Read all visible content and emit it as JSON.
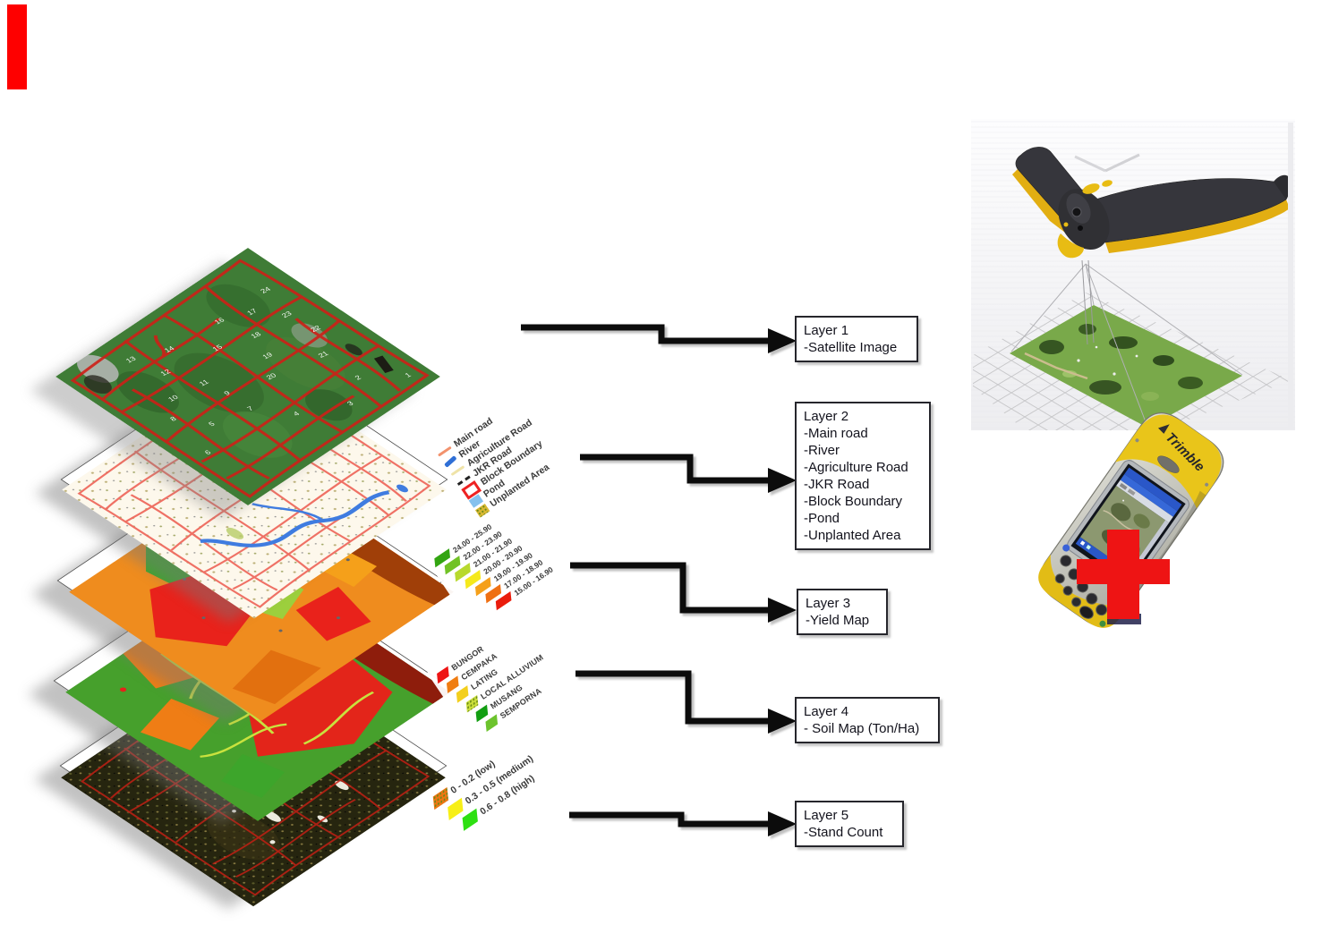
{
  "palette": {
    "marker_color": "#fe0000",
    "arrow_color": "#0c0c0c",
    "cross_color": "#ee1414",
    "sheet_border": "#4a4a4a",
    "drone_dark": "#36363c",
    "drone_yellow": "#e2ae12"
  },
  "label_boxes": [
    {
      "title": "Layer 1",
      "lines": [
        "-Satellite Image"
      ]
    },
    {
      "title": "Layer 2",
      "lines": [
        "-Main road",
        "-River",
        "-Agriculture Road",
        "-JKR Road",
        "-Block Boundary",
        "-Pond",
        "-Unplanted Area"
      ]
    },
    {
      "title": "Layer 3",
      "lines": [
        "-Yield Map"
      ]
    },
    {
      "title": "Layer 4",
      "lines": [
        "- Soil Map (Ton/Ha)"
      ]
    },
    {
      "title": "Layer 5",
      "lines": [
        "-Stand Count"
      ]
    }
  ],
  "legend_roads": {
    "items": [
      {
        "label": "Main road",
        "color": "#f2926d"
      },
      {
        "label": "River",
        "color": "#2f6fd6"
      },
      {
        "label": "Agriculture Road",
        "color": "#efe3a8"
      },
      {
        "label": "JKR Road",
        "color": "#222222"
      },
      {
        "label": "Block Boundary",
        "color": "#ee2222"
      },
      {
        "label": "Pond",
        "color": "#85c1ee"
      },
      {
        "label": "Unplanted Area",
        "color": "#d9b832"
      }
    ]
  },
  "legend_yield": {
    "items": [
      {
        "label": "24.00 - 25.90",
        "color": "#33a512"
      },
      {
        "label": "22.00 - 23.90",
        "color": "#71c225"
      },
      {
        "label": "21.00 - 21.90",
        "color": "#b8d92e"
      },
      {
        "label": "20.00 - 20.90",
        "color": "#f5e91c"
      },
      {
        "label": "19.00 - 19.90",
        "color": "#f5a01a"
      },
      {
        "label": "17.00 - 18.90",
        "color": "#ef7013"
      },
      {
        "label": "15.00 - 16.90",
        "color": "#ea1c0c"
      }
    ]
  },
  "legend_soil": {
    "items": [
      {
        "label": "BUNGOR",
        "color": "#ee1414"
      },
      {
        "label": "CEMPAKA",
        "color": "#f07d12"
      },
      {
        "label": "LATING",
        "color": "#f3cf1d"
      },
      {
        "label": "LOCAL ALLUVIUM",
        "color": "#cade3c"
      },
      {
        "label": "MUSANG",
        "color": "#129e12"
      },
      {
        "label": "SEMPORNA",
        "color": "#6cc32d"
      }
    ]
  },
  "legend_stand": {
    "items": [
      {
        "label": "0 - 0.2 (low)",
        "color": "#ef7612"
      },
      {
        "label": "0.3 - 0.5 (medium)",
        "color": "#f7ef16"
      },
      {
        "label": "0.6 - 0.8 (high)",
        "color": "#2ee012"
      }
    ]
  },
  "satellite_blocks": {
    "numbers": [
      "1",
      "2",
      "3",
      "4",
      "5",
      "6",
      "7",
      "8",
      "9",
      "10",
      "11",
      "12",
      "13",
      "14",
      "15",
      "16",
      "17",
      "18",
      "19",
      "20",
      "21",
      "22",
      "23",
      "24"
    ]
  },
  "gps_device": {
    "brand": "Trimble"
  }
}
